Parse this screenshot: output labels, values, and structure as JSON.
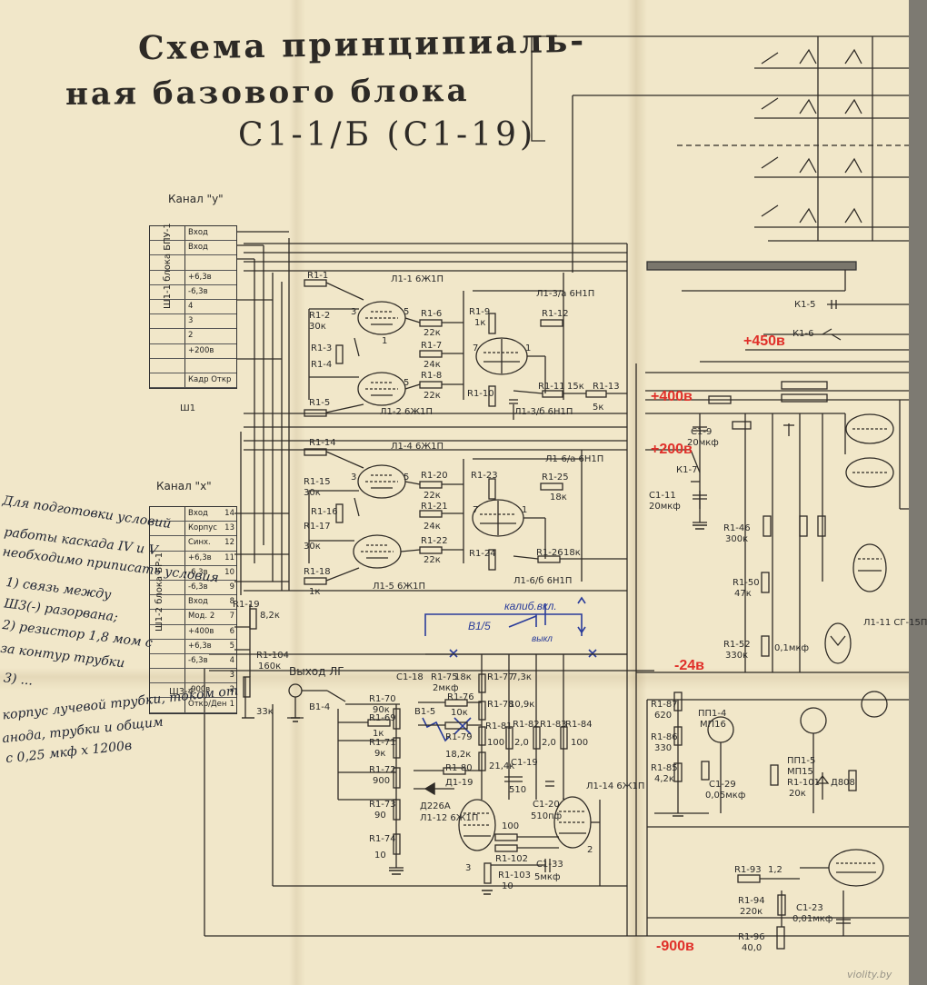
{
  "title": {
    "line1": "Схема принципиаль-",
    "line2": "ная базового блока",
    "line3": "С1-1/Б (С1-19)"
  },
  "channels": {
    "y": "Канал \"у\"",
    "x": "Канал \"х\""
  },
  "connector1": {
    "name": "Ш1-1 блока БПУ-1",
    "rows": [
      "Вход",
      "Вход",
      "",
      "+6,3в",
      "-6,3в",
      "4",
      "3",
      "2",
      "+200в",
      "",
      "Кадр Откр"
    ],
    "tag": "Ш1"
  },
  "connector2": {
    "name": "Ш1-2 блока БР-1",
    "rows": [
      "Вход",
      "Корпус",
      "Синх.",
      "+6,3в",
      "-6,3в",
      "-6,3в",
      "Вход",
      "Мод. 2",
      "+400в",
      "+6,3в",
      "-6,3в",
      "",
      "-900в",
      "Откр/Ден"
    ],
    "nums": [
      "14",
      "13",
      "12",
      "11",
      "10",
      "9",
      "8",
      "7",
      "6",
      "5",
      "4",
      "3",
      "2",
      "1"
    ],
    "tag": "Ш3-4"
  },
  "handwritten": {
    "blue_label": "В1/5",
    "blue_cal": "калиб.вкл.",
    "blue_off": "выкл",
    "notes": [
      "Для подготовки условий",
      "работы каскада IV и V",
      "необходимо приписать условия",
      "1) связь между",
      "Ш3(-) разорвана;",
      "2) резистор 1,8 мом с",
      "за контур трубки",
      "3) ...",
      "корпус лучевой трубки, током от",
      "анода, трубки и общим",
      "с 0,25 мкф х 1200в"
    ]
  },
  "voltages": [
    "+450в",
    "+400в",
    "+200в",
    "-24в",
    "-900в"
  ],
  "tubes": [
    {
      "ref": "Л1-1",
      "type": "6Ж1П"
    },
    {
      "ref": "Л1-2",
      "type": "6Ж1П"
    },
    {
      "ref": "Л1-3/а",
      "type": "6Н1П"
    },
    {
      "ref": "Л1-3/б",
      "type": "6Н1П"
    },
    {
      "ref": "Л1-4",
      "type": "6Ж1П"
    },
    {
      "ref": "Л1-5",
      "type": "6Ж1П"
    },
    {
      "ref": "Л1-6/а",
      "type": "6Н1П"
    },
    {
      "ref": "Л1-6/б",
      "type": "6Н1П"
    },
    {
      "ref": "Л1-12",
      "type": "6Ж1П"
    },
    {
      "ref": "Л1-14",
      "type": "6Ж1П"
    },
    {
      "ref": "Л1-11",
      "type": "СГ-15П"
    }
  ],
  "labels": {
    "out_lg": "Выход ЛГ",
    "r_1_1": "R1-1",
    "r_1_2": "R1-2",
    "r_1_3": "R1-3",
    "r_1_4": "R1-4",
    "r_1_5": "R1-5",
    "r_1_6": "R1-6",
    "r_1_7": "R1-7",
    "r_1_8": "R1-8",
    "r_1_9": "R1-9",
    "r_1_10": "R1-10",
    "r_1_11": "R1-11",
    "r_1_12": "R1-12",
    "r_1_13": "R1-13",
    "r_1_14": "R1-14",
    "r_1_15": "R1-15",
    "r_1_16": "R1-16",
    "r_1_17": "R1-17",
    "r_1_18": "R1-18",
    "r_1_19": "R1-19",
    "r_1_20": "R1-20",
    "r_1_21": "R1-21",
    "r_1_22": "R1-22",
    "r_1_23": "R1-23",
    "r_1_24": "R1-24",
    "r_1_25": "R1-25",
    "r_1_26": "R1-26",
    "r_1_69": "R1-69",
    "r_1_70": "R1-70",
    "r_1_71": "R1-71",
    "r_1_72": "R1-72",
    "r_1_73": "R1-73",
    "r_1_74": "R1-74",
    "r_1_75": "R1-75",
    "r_1_76": "R1-76",
    "r_1_77": "R1-77",
    "r_1_78": "R1-78",
    "r_1_79": "R1-79",
    "r_1_80": "R1-80",
    "r_1_81": "R1-81",
    "r_1_82": "R1-82",
    "r_1_83": "R1-83",
    "r_1_84": "R1-84",
    "r_1_102": "R1-102",
    "r_1_103": "R1-103",
    "r_1_104": "R1-104",
    "r_1_46": "R1-46",
    "r_1_50": "R1-50",
    "r_1_52": "R1-52",
    "r_1_87": "R1-87",
    "r_1_86": "R1-86",
    "r_1_85": "R1-85",
    "r_1_93": "R1-93",
    "r_1_94": "R1-94",
    "r_1_96": "R1-96",
    "r_1_101": "R1-101",
    "v_30k": "30к",
    "v_1k": "1к",
    "v_22k": "22к",
    "v_24k": "24к",
    "v_15k": "15к",
    "v_5k": "5к",
    "v_18k": "18к",
    "v_10k": "10к",
    "v_82k": "8,2к",
    "v_160k": "160к",
    "v_33k": "33к",
    "v_90k": "90к",
    "v_9k": "9к",
    "v_900": "900",
    "v_90": "90",
    "v_10": "10",
    "v_73k": "7,3к",
    "v_109k": "10,9к",
    "v_182k": "18,2к",
    "v_214k": "21,4к",
    "v_100": "100",
    "v_20": "2,0",
    "v_510": "510",
    "v_510pf": "510пф",
    "v_5mkf": "5мкф",
    "v_2mkf": "2мкф",
    "v_300k": "300к",
    "v_47k": "47к",
    "v_330k": "330к",
    "v_620": "620",
    "v_42k": "4,2к",
    "v_330": "330",
    "v_12": "1,2",
    "v_220k": "220к",
    "v_400": "40,0",
    "v_20k": "20к",
    "c_1_18": "C1-18",
    "c_1_19": "C1-19",
    "c_1_20": "C1-20",
    "c_1_33": "C1-33",
    "c_1_9": "C1-9",
    "c_1_11": "C1-11",
    "c_1_23": "C1-23",
    "c_1_29": "C1-29",
    "c_1_9v": "20мкф",
    "c_1_11v": "20мкф",
    "c_1_23v": "0,01мкф",
    "c_1_29v": "0,05мкф",
    "c_1_68v": "0,1мкф",
    "d_1_12": "Д1-12",
    "d_1_19": "Д1-19",
    "d_226a": "Д226А",
    "b1_4": "В1-4",
    "b1_5": "В1-5",
    "pp1_4": "ПП1-4",
    "pp1_5": "ПП1-5",
    "mp16": "МП16",
    "mp15": "МП15",
    "d808": "Д808",
    "k1_7": "К1-7",
    "k1_6": "К1-6",
    "k1_5": "К1-5",
    "n_1": "1",
    "n_2": "2",
    "n_3": "3",
    "n_4": "4",
    "n_5": "5",
    "n_6": "6",
    "n_7": "7",
    "n_8": "8",
    "n_9": "9"
  },
  "watermark": "violity.by"
}
